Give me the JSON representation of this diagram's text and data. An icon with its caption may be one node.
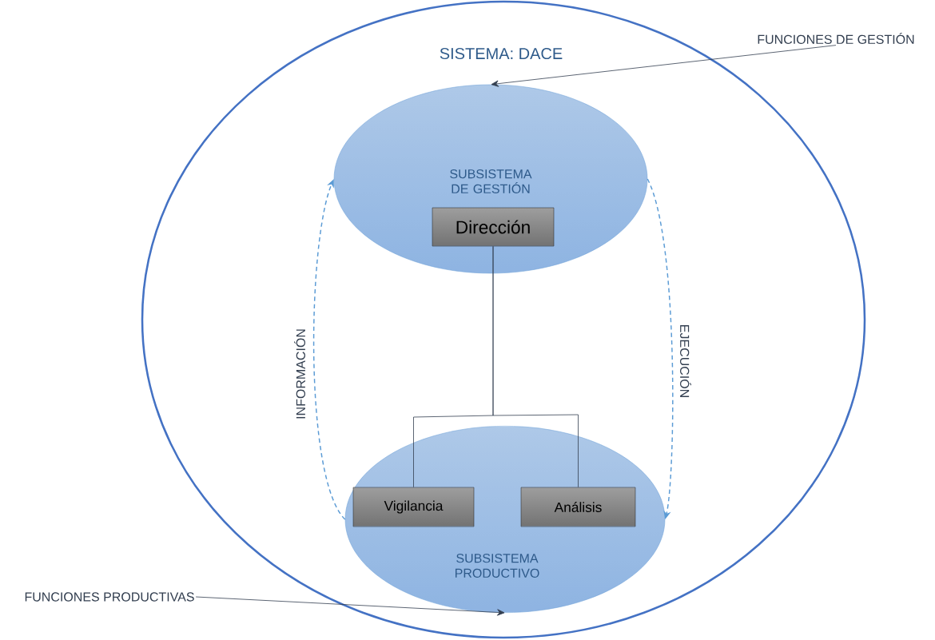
{
  "diagram": {
    "nodes": [
      {
        "text": [
          "SISTEMA: DACE"
        ]
      },
      {
        "text": [
          "SUBSISTEMA DE GESTIÓN"
        ],
        "in": 0
      },
      {
        "text": [
          "Dirección"
        ],
        "in": 1
      },
      {
        "text": [
          "SUBSISTEMA PRODUCTIVO"
        ],
        "in": 0
      },
      {
        "text": [
          "Vigilancia"
        ],
        "in": 3
      },
      {
        "text": [
          "Análisis"
        ],
        "in": 3
      },
      {
        "text": [
          "FUNCIONES DE GESTIÓN"
        ]
      },
      {
        "text": [
          "FUNCIONES PRODUCTIVAS"
        ]
      }
    ],
    "edges": [
      {
        "from": 6,
        "to": 1,
        "arrow": "to"
      },
      {
        "from": 7,
        "to": 3,
        "arrow": "to"
      },
      {
        "from": 2,
        "to": 4,
        "arrow": "none"
      },
      {
        "from": 2,
        "to": 5,
        "arrow": "none"
      },
      {
        "from": 3,
        "to": 1,
        "arrow": "to",
        "style": "dashed",
        "color": "#5b9bd5",
        "label": "INFORMACIÓN"
      },
      {
        "from": 1,
        "to": 3,
        "arrow": "to",
        "style": "dashed",
        "color": "#5b9bd5",
        "label": "EJECUCIÓN"
      }
    ]
  }
}
